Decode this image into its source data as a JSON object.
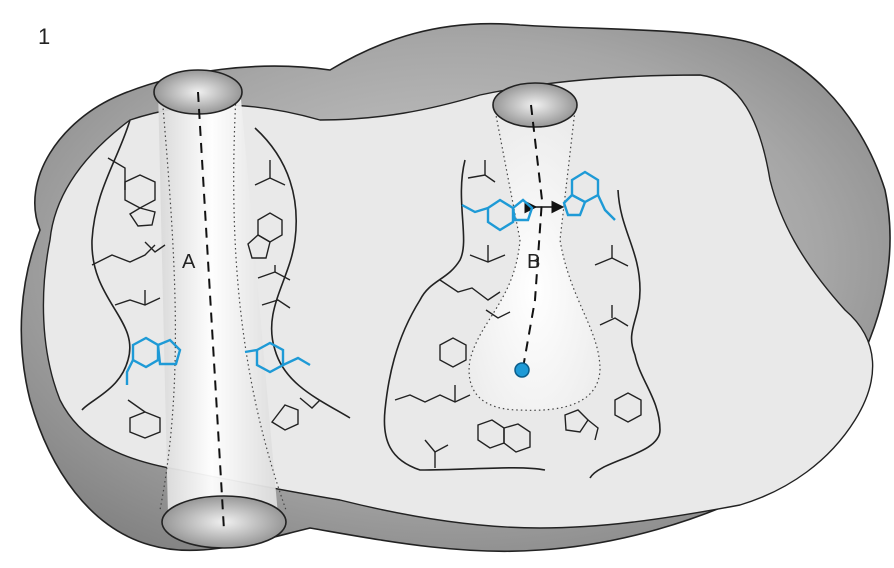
{
  "figure": {
    "number": "1",
    "channel_a_label": "A",
    "channel_b_label": "B"
  },
  "colors": {
    "outer_shell": "#8a8a8a",
    "surface": "#e9e9e9",
    "outline": "#222222",
    "highlight_residue": "#1e9ad6",
    "ligand": "#1e9ad6"
  }
}
